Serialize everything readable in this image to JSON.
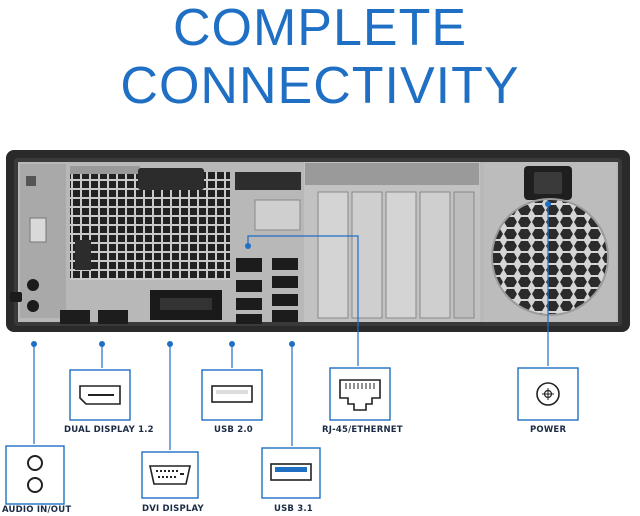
{
  "headline": {
    "line1": "COMPLETE",
    "line2": "CONNECTIVITY"
  },
  "colors": {
    "accent": "#1f6fc4",
    "chassis": "#2a2a2a",
    "metal": "#b9b9b9",
    "label": "#1b2b45"
  },
  "ports": [
    {
      "id": "audio",
      "label": "AUDIO IN/OUT",
      "icon": "audio-jack-icon"
    },
    {
      "id": "dual-display",
      "label": "DUAL DISPLAY 1.2",
      "icon": "displayport-icon"
    },
    {
      "id": "dvi",
      "label": "DVI DISPLAY",
      "icon": "dvi-port-icon"
    },
    {
      "id": "usb2",
      "label": "USB 2.0",
      "icon": "usb-2-port-icon"
    },
    {
      "id": "usb3",
      "label": "USB 3.1",
      "icon": "usb-3-port-icon"
    },
    {
      "id": "rj45",
      "label": "RJ-45/ETHERNET",
      "icon": "ethernet-port-icon"
    },
    {
      "id": "power",
      "label": "POWER",
      "icon": "power-connector-icon"
    }
  ]
}
